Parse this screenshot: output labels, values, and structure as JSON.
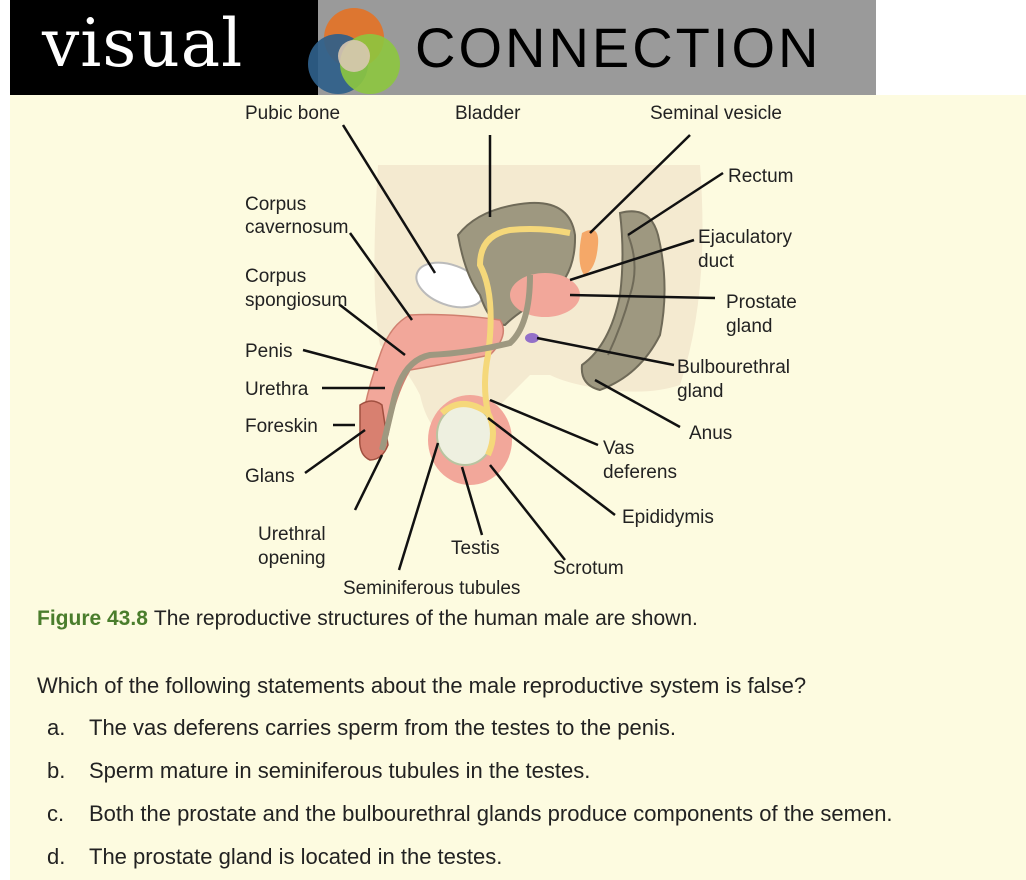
{
  "banner": {
    "visual": "visual",
    "connection": "CONNECTION"
  },
  "colors": {
    "panel_bg": "#fdfbe0",
    "caption_accent": "#4a7d2c",
    "skin": "#f4ead0",
    "penile_tissue": "#f2a79a",
    "organ_gray": "#9e9880",
    "duct_yellow": "#f5d87a"
  },
  "figure": {
    "labels": {
      "pubic_bone": "Pubic bone",
      "bladder": "Bladder",
      "seminal_vesicle": "Seminal vesicle",
      "rectum": "Rectum",
      "corpus_cavernosum": [
        "Corpus",
        "cavernosum"
      ],
      "ejaculatory_duct": [
        "Ejaculatory",
        "duct"
      ],
      "corpus_spongiosum": [
        "Corpus",
        "spongiosum"
      ],
      "prostate_gland": [
        "Prostate",
        "gland"
      ],
      "penis": "Penis",
      "bulbourethral_gland": [
        "Bulbourethral",
        "gland"
      ],
      "urethra": "Urethra",
      "anus": "Anus",
      "foreskin": "Foreskin",
      "vas_deferens": [
        "Vas",
        "deferens"
      ],
      "glans": "Glans",
      "epididymis": "Epididymis",
      "urethral_opening": [
        "Urethral",
        "opening"
      ],
      "testis": "Testis",
      "scrotum": "Scrotum",
      "seminiferous_tubules": "Seminiferous tubules"
    },
    "caption_number": "Figure 43.8",
    "caption_text": "The reproductive structures of the human male are shown."
  },
  "question": {
    "prompt": "Which of the following statements about the male reproductive system is false?",
    "options": [
      {
        "letter": "a.",
        "text": "The vas deferens carries sperm from the testes to the penis."
      },
      {
        "letter": "b.",
        "text": "Sperm mature in seminiferous tubules in the testes."
      },
      {
        "letter": "c.",
        "text": "Both the prostate and the bulbourethral glands produce components of the semen."
      },
      {
        "letter": "d.",
        "text": "The prostate gland is located in the testes."
      }
    ]
  }
}
